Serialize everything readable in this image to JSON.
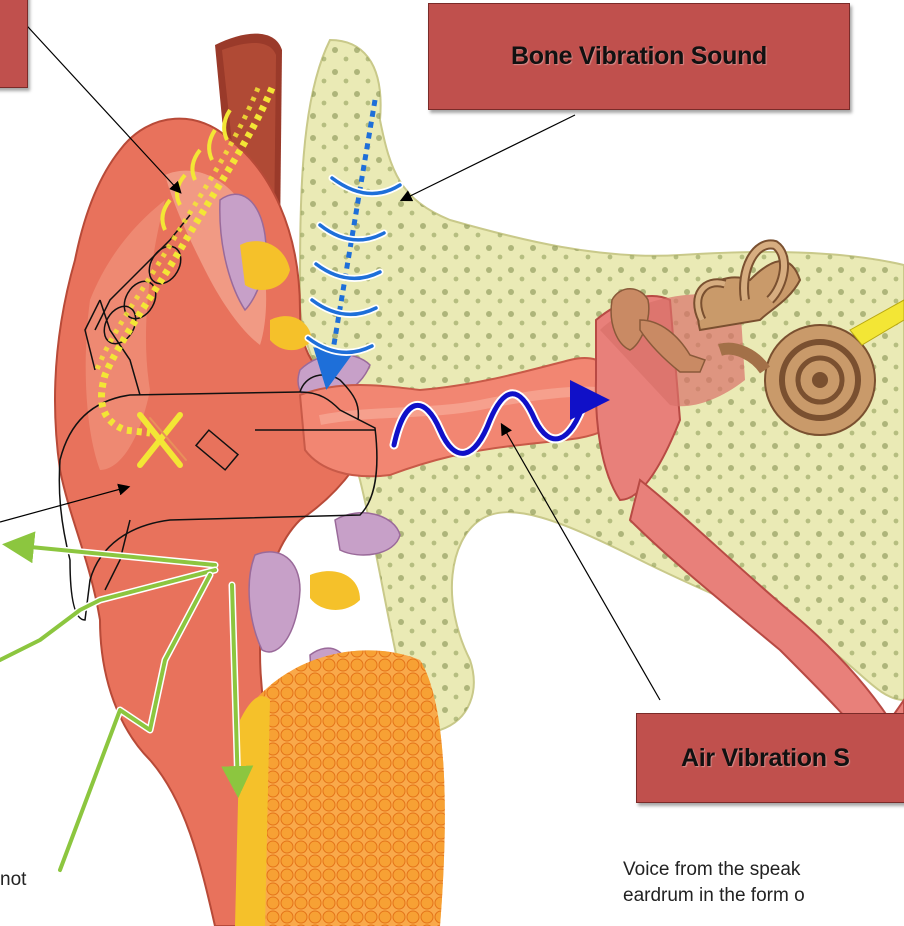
{
  "labels": {
    "bone_vibration": "Bone Vibration Sound",
    "air_vibration": "Air Vibration S"
  },
  "captions": {
    "right_line1": "Voice from the speak",
    "right_line2": "eardrum in the form o",
    "left_partial": "not"
  },
  "colors": {
    "label_fill": "#c0504d",
    "bone_wave": "#1e6fd9",
    "air_wave": "#1010c8",
    "reflection_arrow": "#8cc63f",
    "vibration_dots": "#f3e635",
    "skin": "#e8725c",
    "bone": "#eaeab5"
  }
}
